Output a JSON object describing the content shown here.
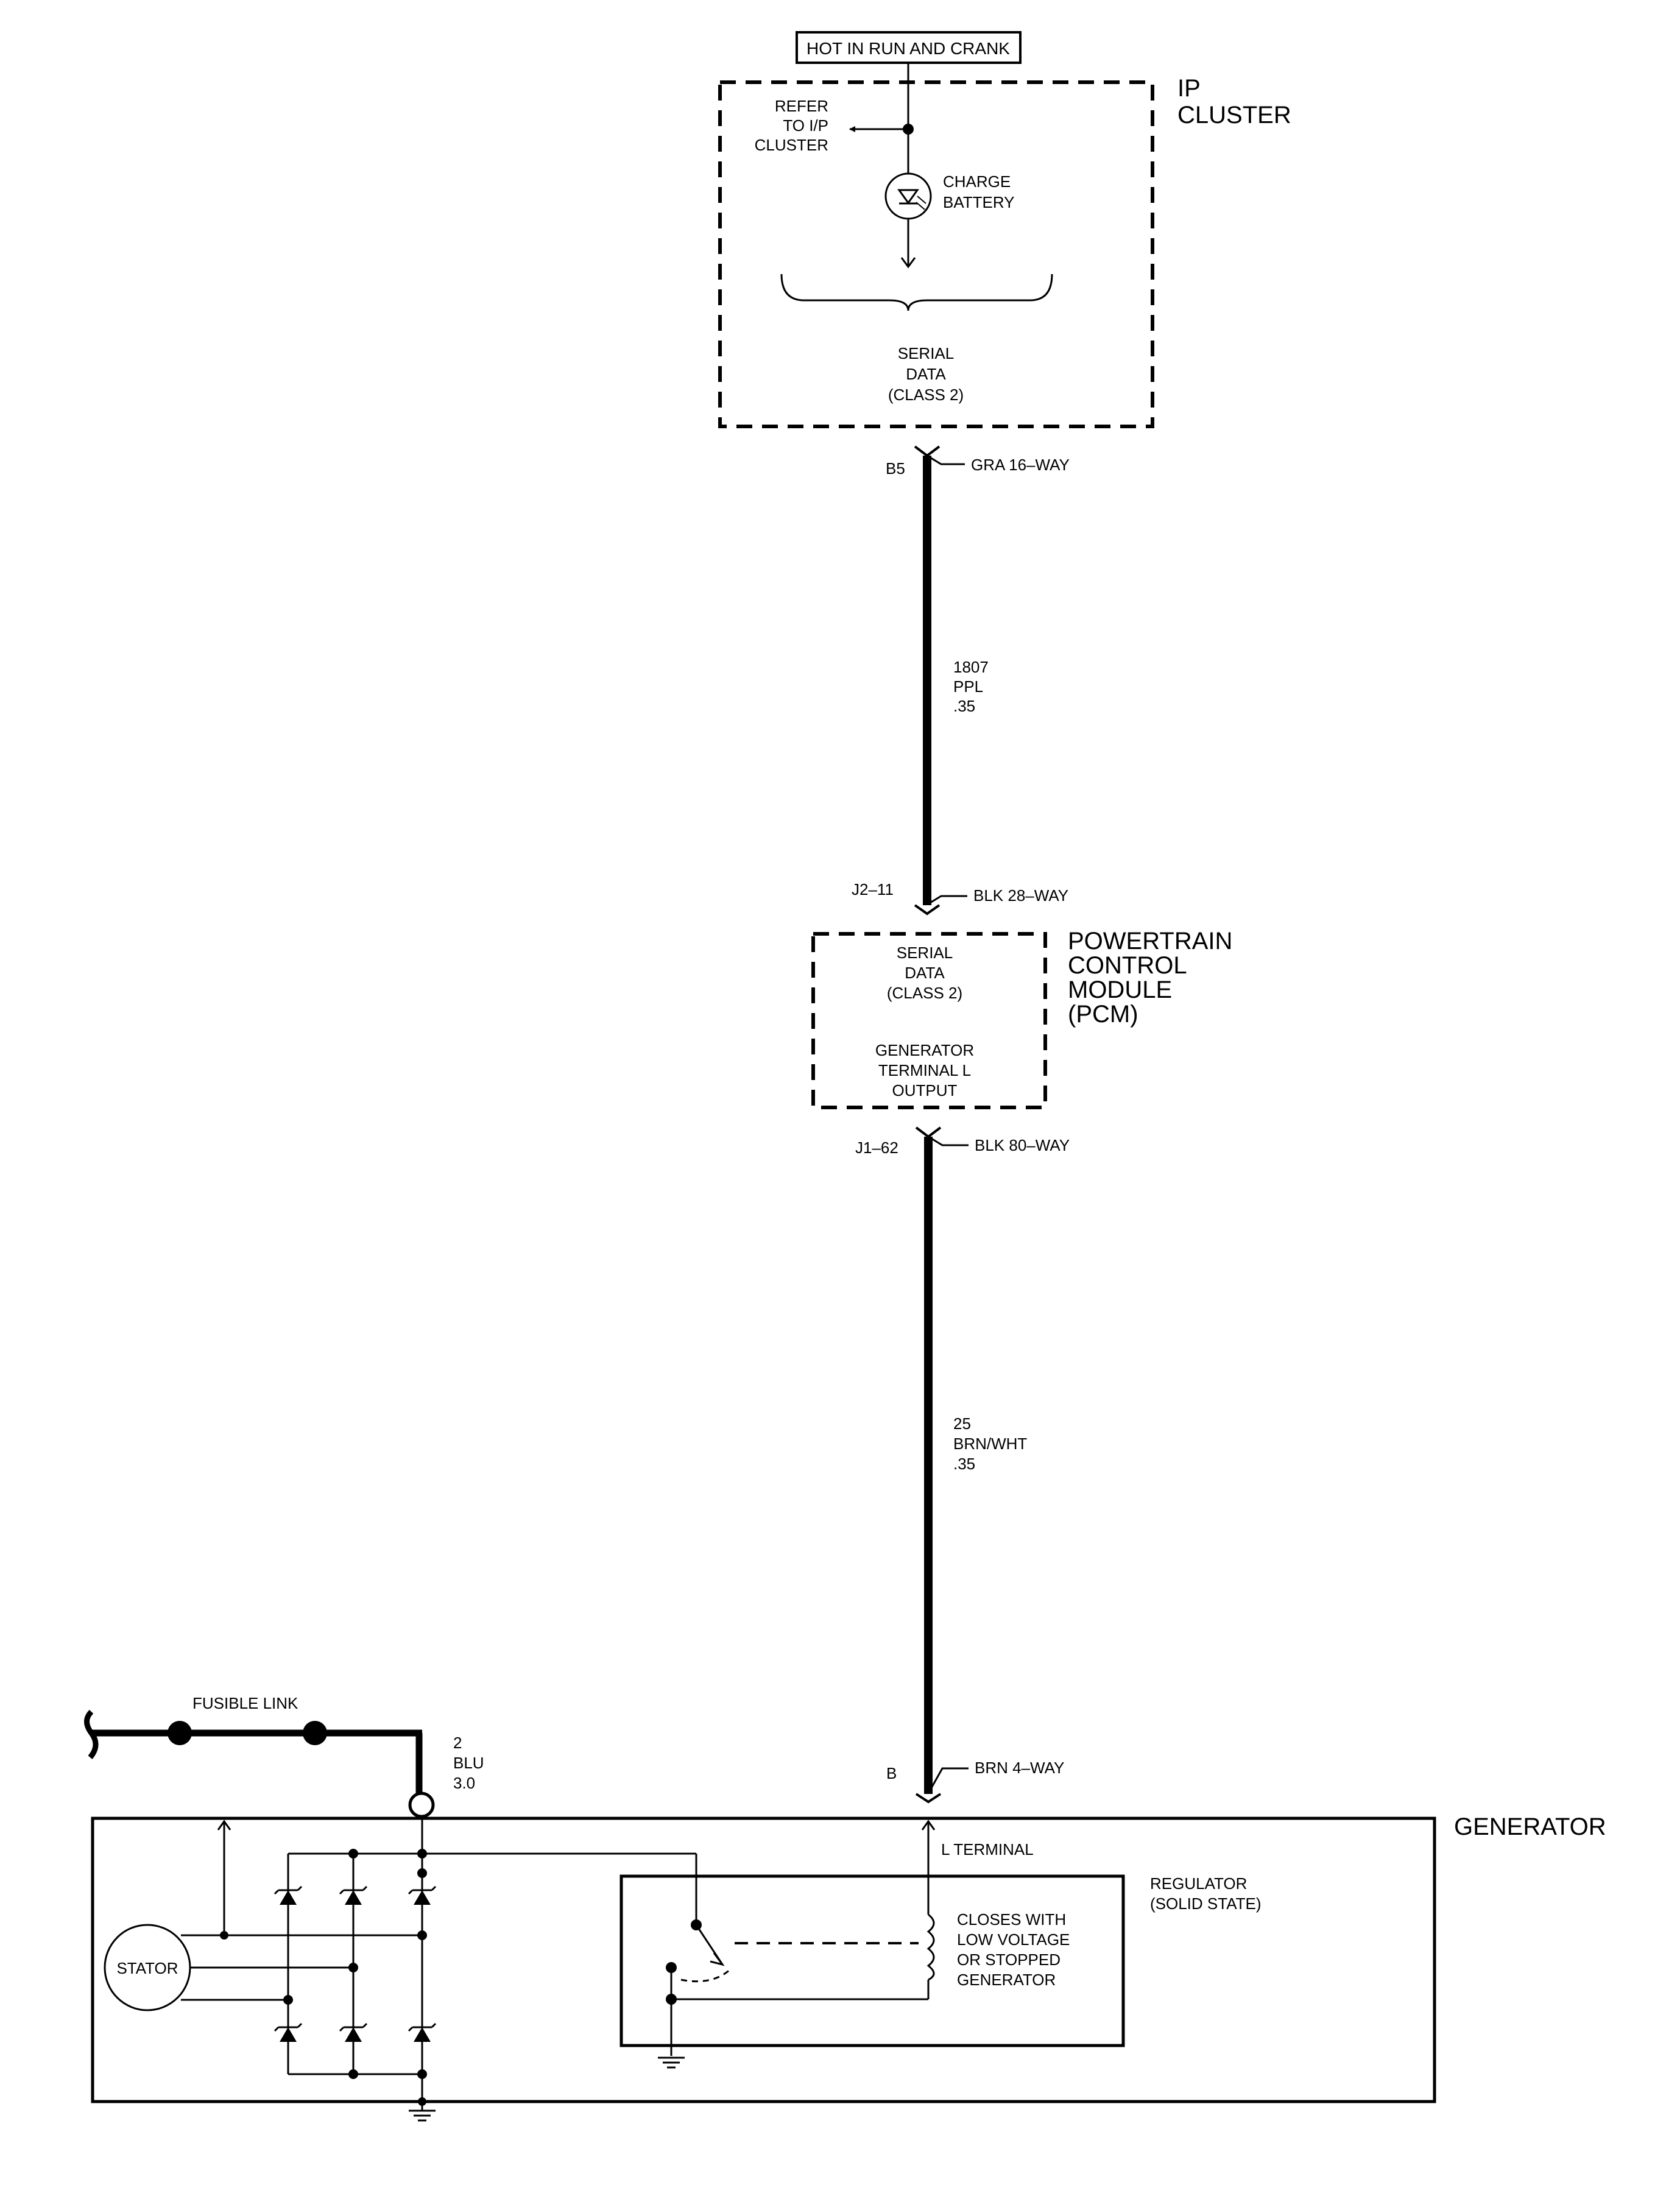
{
  "header": {
    "power_label": "HOT IN RUN AND CRANK"
  },
  "ip_cluster": {
    "title_line1": "IP",
    "title_line2": "CLUSTER",
    "refer_line1": "REFER",
    "refer_line2": "TO I/P",
    "refer_line3": "CLUSTER",
    "lamp_line1": "CHARGE",
    "lamp_line2": "BATTERY",
    "serial_line1": "SERIAL",
    "serial_line2": "DATA",
    "serial_line3": "(CLASS 2)"
  },
  "connector_b5": {
    "pin": "B5",
    "connector": "GRA 16–WAY"
  },
  "wire_1807": {
    "circuit": "1807",
    "color": "PPL",
    "gauge": ".35"
  },
  "connector_j2": {
    "pin": "J2–11",
    "connector": "BLK 28–WAY"
  },
  "pcm": {
    "title_line1": "POWERTRAIN",
    "title_line2": "CONTROL",
    "title_line3": "MODULE",
    "title_line4": "(PCM)",
    "serial_line1": "SERIAL",
    "serial_line2": "DATA",
    "serial_line3": "(CLASS 2)",
    "gen_line1": "GENERATOR",
    "gen_line2": "TERMINAL L",
    "gen_line3": "OUTPUT"
  },
  "connector_j1": {
    "pin": "J1–62",
    "connector": "BLK 80–WAY"
  },
  "wire_25": {
    "circuit": "25",
    "color": "BRN/WHT",
    "gauge": ".35"
  },
  "connector_b": {
    "pin": "B",
    "connector": "BRN 4–WAY"
  },
  "fusible_link": {
    "label": "FUSIBLE LINK"
  },
  "wire_2": {
    "circuit": "2",
    "color": "BLU",
    "gauge": "3.0"
  },
  "generator": {
    "title": "GENERATOR",
    "l_terminal": "L TERMINAL",
    "stator": "STATOR",
    "regulator_line1": "REGULATOR",
    "regulator_line2": "(SOLID STATE)",
    "switch_line1": "CLOSES WITH",
    "switch_line2": "LOW VOLTAGE",
    "switch_line3": "OR STOPPED",
    "switch_line4": "GENERATOR"
  }
}
